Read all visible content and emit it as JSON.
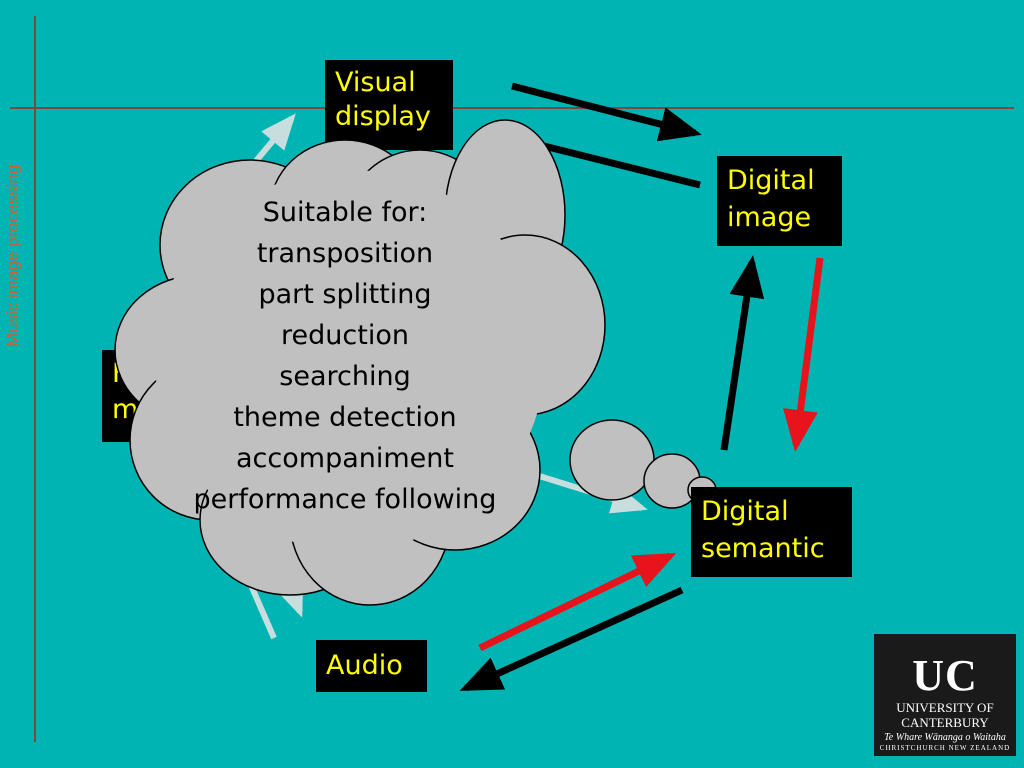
{
  "slide": {
    "side_label": "Music image processing"
  },
  "nodes": {
    "visual_display": "Visual display",
    "digital_image": [
      "Digital",
      "image"
    ],
    "digital_semantic": [
      "Digital",
      "semantic"
    ],
    "audio": "Audio",
    "hidden_left": [
      "H",
      "m"
    ]
  },
  "cloud": {
    "lines": [
      "Suitable for:",
      "transposition",
      "part splitting",
      "reduction",
      "searching",
      "theme detection",
      "accompaniment",
      "performance following"
    ]
  },
  "logo": {
    "mark": "UC",
    "line1": "UNIVERSITY OF",
    "line2": "CANTERBURY",
    "line3": "Te Whare Wānanga o Waitaha",
    "line4": "CHRISTCHURCH NEW ZEALAND"
  },
  "colors": {
    "background": "#00b4b4",
    "box": "#000000",
    "box_text": "#ffff00",
    "arrow_black": "#000000",
    "arrow_red": "#e8141c",
    "arrow_light": "#c8dede",
    "cloud_fill": "#c0c0c0"
  }
}
